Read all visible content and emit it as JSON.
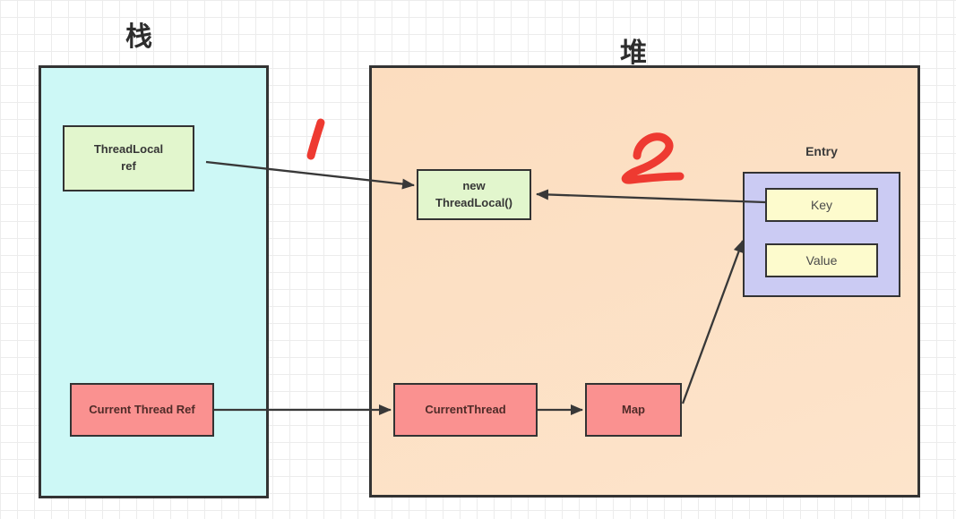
{
  "regions": {
    "stack": {
      "title": "栈"
    },
    "heap": {
      "title": "堆"
    }
  },
  "nodes": {
    "threadlocal_ref": "ThreadLocal\nref",
    "current_thread_ref": "Current Thread Ref",
    "new_threadlocal": "new\nThreadLocal()",
    "current_thread": "CurrentThread",
    "map": "Map",
    "entry": "Entry",
    "key": "Key",
    "value": "Value"
  },
  "annotations": {
    "step1": "1",
    "step2": "2"
  },
  "edges": [
    {
      "from": "threadlocal_ref",
      "to": "new_threadlocal"
    },
    {
      "from": "key",
      "to": "new_threadlocal"
    },
    {
      "from": "current_thread_ref",
      "to": "current_thread"
    },
    {
      "from": "current_thread",
      "to": "map"
    },
    {
      "from": "map",
      "to": "entry"
    }
  ],
  "colors": {
    "grid_line": "#ececec",
    "border_dark": "#333333",
    "arrow_color": "#383838",
    "stack_fill": "#cdf8f6",
    "heap_fill": "#fcddbf",
    "heap_fill2": "#fde4cb",
    "green_fill": "#e2f6cd",
    "pink_fill": "#fa9190",
    "purple_fill": "#cbcbf3",
    "yellow_fill": "#fdfbcd",
    "text_dark": "#363636",
    "text_maroon": "#4f2b28",
    "annotation_red": "#ee3a31"
  }
}
